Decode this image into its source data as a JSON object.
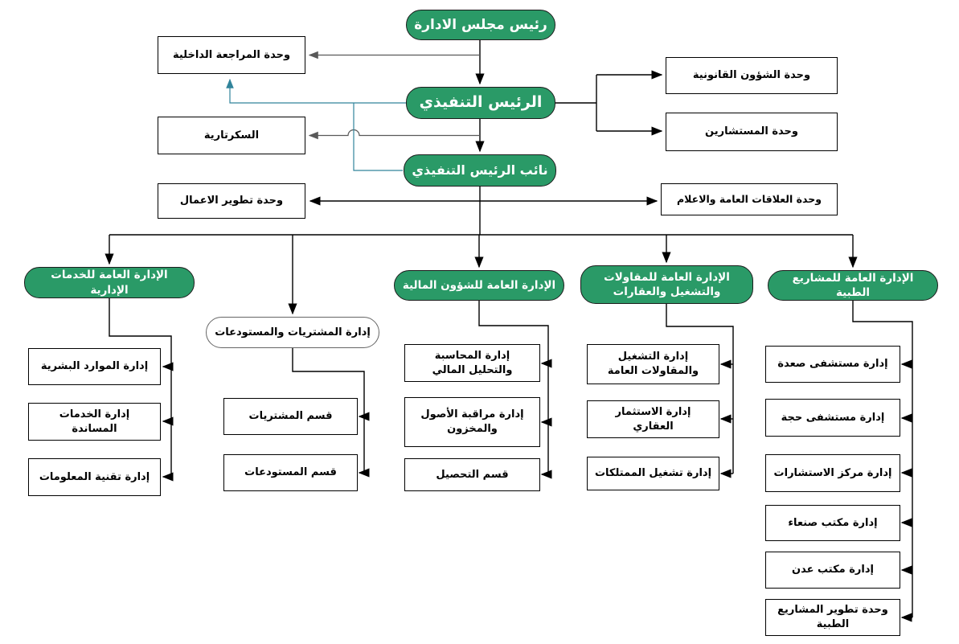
{
  "diagram": {
    "type": "organizational-chart",
    "language": "ar",
    "nodes": {
      "chairman": "رئيس مجلس الادارة",
      "ceo": "الرئيس التنفيذي",
      "deputy": "نائب الرئيس التنفيذي",
      "audit": "وحدة المراجعة الداخلية",
      "secretariat": "السكرتارية",
      "legal": "وحدة الشؤون القانونية",
      "consultants": "وحدة المستشارين",
      "bizdev": "وحدة تطوير الاعمال",
      "pr": "وحدة العلاقات العامة والاعلام",
      "admin": "الإدارة العامة للخدمات الإدارية",
      "procurement": "إدارة المشتريات والمستودعات",
      "finance": "الإدارة العامة للشؤون المالية",
      "contracting": "الإدارة العامة للمقاولات والتشغيل والعقارات",
      "medical": "الإدارة العامة للمشاريع الطبية",
      "hr": "إدارة الموارد البشرية",
      "support": "إدارة الخدمات المساندة",
      "it": "إدارة تقنية المعلومات",
      "purchasing": "قسم المشتريات",
      "warehouses": "قسم المستودعات",
      "accounting": "إدارة المحاسبة والتحليل المالي",
      "assets": "إدارة مراقبة الأصول والمخزون",
      "collection": "قسم التحصيل",
      "operations": "إدارة التشغيل والمقاولات العامة",
      "realestate": "إدارة الاستثمار العقاري",
      "property": "إدارة تشغيل الممتلكات",
      "saada": "إدارة مستشفى صعدة",
      "hajjah": "إدارة مستشفى حجة",
      "consultcenter": "إدارة مركز الاستشارات",
      "sanaa": "إدارة مكتب صنعاء",
      "aden": "إدارة مكتب عدن",
      "meddev": "وحدة تطوير المشاريع الطبية"
    },
    "edges": [
      [
        "chairman",
        "ceo"
      ],
      [
        "ceo",
        "deputy"
      ],
      [
        "chairman",
        "audit"
      ],
      [
        "ceo",
        "audit"
      ],
      [
        "ceo",
        "secretariat"
      ],
      [
        "ceo",
        "legal"
      ],
      [
        "ceo",
        "consultants"
      ],
      [
        "deputy",
        "bizdev"
      ],
      [
        "deputy",
        "pr"
      ],
      [
        "deputy",
        "admin"
      ],
      [
        "deputy",
        "procurement"
      ],
      [
        "deputy",
        "finance"
      ],
      [
        "deputy",
        "contracting"
      ],
      [
        "deputy",
        "medical"
      ],
      [
        "admin",
        "hr"
      ],
      [
        "admin",
        "support"
      ],
      [
        "admin",
        "it"
      ],
      [
        "procurement",
        "purchasing"
      ],
      [
        "procurement",
        "warehouses"
      ],
      [
        "finance",
        "accounting"
      ],
      [
        "finance",
        "assets"
      ],
      [
        "finance",
        "collection"
      ],
      [
        "contracting",
        "operations"
      ],
      [
        "contracting",
        "realestate"
      ],
      [
        "contracting",
        "property"
      ],
      [
        "medical",
        "saada"
      ],
      [
        "medical",
        "hajjah"
      ],
      [
        "medical",
        "consultcenter"
      ],
      [
        "medical",
        "sanaa"
      ],
      [
        "medical",
        "aden"
      ],
      [
        "medical",
        "meddev"
      ]
    ],
    "colors": {
      "node_green": "#2a9a67",
      "line_black": "#000000",
      "line_gray": "#595959",
      "line_teal": "#31849b",
      "background": "#ffffff"
    }
  }
}
